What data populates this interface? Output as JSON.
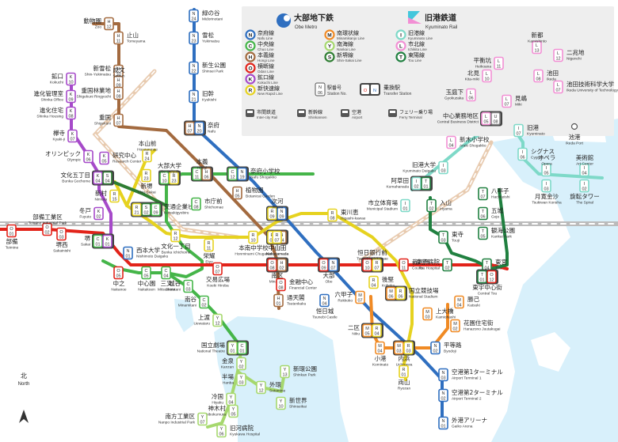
{
  "colors": {
    "N": "#2f6fc0",
    "C": "#45b549",
    "H": "#a36a3f",
    "O": "#e2231a",
    "K": "#a64ac9",
    "R": "#e6d21f",
    "M": "#f08a24",
    "Y": "#a6d86e",
    "S": "#2e7d32",
    "I": "#7ed9c8",
    "L": "#f28fd4",
    "T": "#208040",
    "intercity": "#bbbbbb",
    "water": "#d8f0fb",
    "legend_bg": "#eeeeee"
  },
  "legend": {
    "company_a_name_ja": "大部地下鉄",
    "company_a_name_en": "Obe Metro",
    "company_b_name_ja": "旧港鉄道",
    "company_b_name_en": "Kyuminato Rail",
    "lines": [
      {
        "code": "N",
        "name_ja": "奈府線",
        "name_en": "Nafu Line"
      },
      {
        "code": "C",
        "name_ja": "中央線",
        "name_en": "Chuo Line"
      },
      {
        "code": "H",
        "name_ja": "本義線",
        "name_en": "Hongi Line"
      },
      {
        "code": "O",
        "name_ja": "横断線",
        "name_en": "Odan Line"
      },
      {
        "code": "K",
        "name_ja": "鉱口線",
        "name_en": "Kokuchi Line"
      },
      {
        "code": "R",
        "name_ja": "新快速線",
        "name_en": "New Rapid Line"
      },
      {
        "code": "M",
        "name_ja": "南環状線",
        "name_en": "Minamikanjo Line"
      },
      {
        "code": "Y",
        "name_ja": "南海線",
        "name_en": "Nankai Line"
      },
      {
        "code": "S",
        "name_ja": "新堺線",
        "name_en": "Shin-Sakai Line"
      },
      {
        "code": "I",
        "name_ja": "旧港線",
        "name_en": "Kyuminato Line"
      },
      {
        "code": "L",
        "name_ja": "市北線",
        "name_en": "Ichikita Line"
      },
      {
        "code": "T",
        "name_ja": "東陽線",
        "name_en": "Tou Line"
      }
    ],
    "station_no_ja": "駅番号",
    "station_no_en": "Station No.",
    "transfer_ja": "乗換駅",
    "transfer_en": "Transfer Station",
    "services": [
      {
        "icon": "intercity-icon",
        "name_ja": "市間鉄道",
        "name_en": "Inter-city Rail"
      },
      {
        "icon": "shinkansen-icon",
        "name_ja": "新幹線",
        "name_en": "Shinkansen"
      },
      {
        "icon": "airport-icon",
        "name_ja": "空港",
        "name_en": "Airport"
      },
      {
        "icon": "ferry-icon",
        "name_ja": "フェリー乗り場",
        "name_en": "Ferry Terminal"
      }
    ]
  },
  "north": {
    "ja": "北",
    "en": "North"
  },
  "stations": [
    {
      "ja": "動物園",
      "en": "Zoo",
      "codes": [
        [
          "H",
          "12"
        ]
      ]
    },
    {
      "ja": "止山",
      "en": "Tomeyama",
      "codes": [
        [
          "H",
          "11"
        ]
      ]
    },
    {
      "ja": "新雪松",
      "en": "Shin-Yukimatsu",
      "codes": [
        [
          "H",
          "10"
        ]
      ]
    },
    {
      "ja": "成文",
      "en": "Seibun",
      "codes": [
        [
          "H",
          "09"
        ]
      ]
    },
    {
      "ja": "重国林業地",
      "en": "Shigekuni Ringyochi",
      "codes": [
        [
          "H",
          "08"
        ]
      ]
    },
    {
      "ja": "重国",
      "en": "Shigekuni",
      "codes": [
        [
          "H",
          "07"
        ]
      ]
    },
    {
      "ja": "緑の谷",
      "en": "Midorinotani",
      "codes": [
        [
          "N",
          "24"
        ]
      ]
    },
    {
      "ja": "雪松",
      "en": "Yukimatsu",
      "codes": [
        [
          "N",
          "23"
        ]
      ]
    },
    {
      "ja": "新生公園",
      "en": "Shinsei Park",
      "codes": [
        [
          "N",
          "22"
        ]
      ]
    },
    {
      "ja": "旧幹",
      "en": "Kyukishi",
      "codes": [
        [
          "N",
          "21"
        ]
      ]
    },
    {
      "ja": "奈府",
      "en": "Nafu",
      "codes": [
        [
          "H",
          "07"
        ],
        [
          "N",
          "20"
        ]
      ]
    },
    {
      "ja": "鉱口",
      "en": "Kokuchi",
      "codes": [
        [
          "K",
          "10"
        ]
      ]
    },
    {
      "ja": "進化管理室",
      "en": "Shinka Office",
      "codes": [
        [
          "K",
          "09"
        ]
      ]
    },
    {
      "ja": "進化住宅",
      "en": "Shinka Housing",
      "codes": [
        [
          "K",
          "08"
        ]
      ]
    },
    {
      "ja": "欅寺",
      "en": "Kyaki-ji",
      "codes": [
        [
          "K",
          "07"
        ]
      ]
    },
    {
      "ja": "オリンピック",
      "en": "Olympic",
      "codes": [
        [
          "K",
          "06"
        ]
      ]
    },
    {
      "ja": "研究中心",
      "en": "Research Center",
      "codes": [
        [
          "K",
          "05"
        ]
      ]
    },
    {
      "ja": "文化五丁目",
      "en": "Bunka Gochome",
      "codes": [
        [
          "K",
          "04"
        ],
        [
          "S",
          "04"
        ]
      ]
    },
    {
      "ja": "新堺",
      "en": "Shin-Sakai",
      "codes": [
        [
          "R",
          "23"
        ]
      ]
    },
    {
      "ja": "本山前",
      "en": "Honzanmae",
      "codes": [
        [
          "R",
          "24"
        ]
      ]
    },
    {
      "ja": "大部大学",
      "en": "Obe Daigaku",
      "codes": [
        [
          "C",
          "10"
        ],
        [
          "R",
          "23"
        ]
      ]
    },
    {
      "ja": "本義",
      "en": "Hongi",
      "codes": [
        [
          "C",
          "11"
        ],
        [
          "H",
          "06"
        ]
      ]
    },
    {
      "ja": "奈府小学校",
      "en": "Nafu Shogakko",
      "codes": [
        [
          "C",
          "12"
        ],
        [
          "N",
          "19"
        ]
      ]
    },
    {
      "ja": "植物園",
      "en": "Botanical Garden",
      "codes": [
        [
          "H",
          "05"
        ]
      ]
    },
    {
      "ja": "新村",
      "en": "Nimura",
      "codes": [
        [
          "R",
          "15"
        ]
      ]
    },
    {
      "ja": "交通企業ビル",
      "en": "Kotsukigyobiru",
      "codes": [
        [
          "R",
          "21"
        ],
        [
          "S",
          "02"
        ],
        [
          "C",
          "09"
        ]
      ]
    },
    {
      "ja": "市庁前",
      "en": "Shichomae",
      "codes": [
        [
          "C",
          "08"
        ]
      ]
    },
    {
      "ja": "冬戸",
      "en": "Fuyuto",
      "codes": [
        [
          "K",
          "02"
        ]
      ]
    },
    {
      "ja": "部備工業区",
      "en": "Teimine Industrial Park",
      "codes": [
        [
          "O",
          "02"
        ]
      ]
    },
    {
      "ja": "部備",
      "en": "Teimine",
      "codes": [
        [
          "O",
          "01"
        ]
      ]
    },
    {
      "ja": "堺西",
      "en": "Sakainishi",
      "codes": [
        [
          "O",
          "03"
        ]
      ]
    },
    {
      "ja": "堺",
      "en": "Sakai",
      "codes": [
        [
          "C",
          "01"
        ],
        [
          "K",
          "01"
        ]
      ]
    },
    {
      "ja": "西本大学",
      "en": "Nishimoto Daigaku",
      "codes": [
        [
          "N",
          "01"
        ]
      ]
    },
    {
      "ja": "文化一丁目",
      "en": "Bunka Ichichome",
      "codes": [
        [
          "R",
          "12"
        ]
      ]
    },
    {
      "ja": "栄耀",
      "en": "Eiyo",
      "codes": [
        [
          "R",
          "11"
        ]
      ]
    },
    {
      "ja": "本南中学校",
      "en": "Honminami Chugakko",
      "codes": [
        [
          "R",
          "10"
        ]
      ]
    },
    {
      "ja": "次河",
      "en": "Jikawa",
      "codes": [
        [
          "R",
          "09"
        ],
        [
          "N",
          "09"
        ]
      ]
    },
    {
      "ja": "東川恵",
      "en": "Higashi-kawae",
      "codes": [
        [
          "R",
          "08"
        ]
      ]
    },
    {
      "ja": "中山田",
      "en": "Nakayamada",
      "codes": [
        [
          "R",
          "07"
        ],
        [
          "H",
          "04"
        ]
      ]
    },
    {
      "ja": "中山田",
      "en": "Nakayamada",
      "codes": [
        [
          "R",
          "07"
        ]
      ]
    },
    {
      "ja": "中之",
      "en": "Nakanoe",
      "codes": [
        [
          "O",
          "05"
        ]
      ]
    },
    {
      "ja": "中心園",
      "en": "Nakakoen",
      "codes": [
        [
          "C",
          "05"
        ]
      ]
    },
    {
      "ja": "三叉",
      "en": "Mitsumata",
      "codes": [
        [
          "C",
          "04"
        ]
      ]
    },
    {
      "ja": "交易広場",
      "en": "Koeki Hiroba",
      "codes": [
        [
          "O",
          "07"
        ]
      ]
    },
    {
      "ja": "南区",
      "en": "Minamiku",
      "codes": [
        [
          "O",
          "08"
        ],
        [
          "H",
          "02"
        ]
      ]
    },
    {
      "ja": "大部",
      "en": "Obe",
      "codes": [
        [
          "O",
          "09"
        ],
        [
          "N",
          "07"
        ]
      ]
    },
    {
      "ja": "恒日銀行前",
      "en": "Tsunebi Ginkomae",
      "codes": [
        [
          "O",
          "10"
        ],
        [
          "R",
          "07"
        ]
      ]
    },
    {
      "ja": "裁判所",
      "en": "Courts",
      "codes": [
        [
          "O",
          "11"
        ]
      ]
    },
    {
      "ja": "金融中心",
      "en": "Financial Center",
      "codes": [
        [
          "O",
          "08"
        ]
      ]
    },
    {
      "ja": "通天閣",
      "en": "Tsutenkaku",
      "codes": [
        [
          "H",
          "01"
        ]
      ]
    },
    {
      "ja": "後堅",
      "en": "Kohoku",
      "codes": [
        [
          "R",
          "04"
        ]
      ]
    },
    {
      "ja": "六甲子",
      "en": "Rokkoko",
      "codes": [
        [
          "M",
          "07"
        ]
      ]
    },
    {
      "ja": "国立競技場",
      "en": "National Stadium",
      "codes": [
        [
          "M",
          "06"
        ],
        [
          "R",
          "06"
        ]
      ]
    },
    {
      "ja": "恒日城",
      "en": "Tsunebi Castle",
      "codes": [
        [
          "N",
          "04"
        ]
      ]
    },
    {
      "ja": "城谷",
      "en": "Shirotani",
      "codes": [
        [
          "C",
          "03"
        ]
      ]
    },
    {
      "ja": "南谷",
      "en": "Minamitani",
      "codes": [
        [
          "C",
          "02"
        ]
      ]
    },
    {
      "ja": "上渡",
      "en": "Uewataru",
      "codes": [
        [
          "Y",
          "12"
        ]
      ]
    },
    {
      "ja": "国立劇場",
      "en": "National Theatre",
      "codes": [
        [
          "Y",
          "01"
        ],
        [
          "C",
          "01"
        ]
      ]
    },
    {
      "ja": "上大橋",
      "en": "Kamiohashi",
      "codes": [
        [
          "M",
          "03"
        ]
      ]
    },
    {
      "ja": "勝己",
      "en": "Katsuki",
      "codes": [
        [
          "M",
          "04"
        ]
      ]
    },
    {
      "ja": "花園住宅街",
      "en": "Hanazono Juutakugai",
      "codes": [
        [
          "M",
          "02"
        ]
      ]
    },
    {
      "ja": "二区",
      "en": "Niku",
      "codes": [
        [
          "M",
          "05"
        ],
        [
          "R",
          "04"
        ]
      ]
    },
    {
      "ja": "小港",
      "en": "Kominato",
      "codes": [
        [
          "M",
          "04"
        ]
      ]
    },
    {
      "ja": "内浜",
      "en": "Uchisawa",
      "codes": [
        [
          "M",
          "03"
        ],
        [
          "R",
          "03"
        ]
      ]
    },
    {
      "ja": "平等路",
      "en": "Byodoji",
      "codes": [
        [
          "N",
          "02"
        ]
      ]
    },
    {
      "ja": "両山",
      "en": "Ryozan",
      "codes": [
        [
          "R",
          "01"
        ]
      ]
    },
    {
      "ja": "空港第1ターミナル",
      "en": "Airport Terminal 1",
      "codes": [
        [
          "N",
          "03"
        ]
      ]
    },
    {
      "ja": "空港第2ターミナル",
      "en": "Airport Terminal 2",
      "codes": [
        [
          "N",
          "02"
        ]
      ]
    },
    {
      "ja": "外港アリーナ",
      "en": "Gaiko Arena",
      "codes": [
        [
          "N",
          "01"
        ]
      ]
    },
    {
      "ja": "金泉",
      "en": "Kanzan",
      "codes": [
        [
          "Y",
          "02"
        ]
      ]
    },
    {
      "ja": "半場",
      "en": "Hanba",
      "codes": [
        [
          "Y",
          "03"
        ]
      ]
    },
    {
      "ja": "外環",
      "en": "Sotomine",
      "codes": [
        [
          "Y",
          "12"
        ]
      ]
    },
    {
      "ja": "新環公園",
      "en": "Shinkan Park",
      "codes": [
        [
          "Y",
          "13"
        ]
      ]
    },
    {
      "ja": "冷国",
      "en": "Hiyaku",
      "codes": [
        [
          "Y",
          "04"
        ]
      ]
    },
    {
      "ja": "神木村",
      "en": "Shibokumura",
      "codes": [
        [
          "Y",
          "05"
        ]
      ]
    },
    {
      "ja": "新世界",
      "en": "Shinseikai",
      "codes": [
        [
          "Y",
          "10"
        ]
      ]
    },
    {
      "ja": "南方工業区",
      "en": "Nanpo Industrial Park",
      "codes": [
        [
          "Y",
          "07"
        ]
      ]
    },
    {
      "ja": "旧河病院",
      "en": "Kyukawa Hospital",
      "codes": [
        [
          "Y",
          "06"
        ]
      ]
    },
    {
      "ja": "新都",
      "en": "Kamishinto",
      "codes": [
        [
          "L",
          "13"
        ]
      ]
    },
    {
      "ja": "二兆地",
      "en": "Nigenchi",
      "codes": [
        [
          "L",
          "12"
        ]
      ]
    },
    {
      "ja": "平衡坑",
      "en": "Heikoana",
      "codes": [
        [
          "L",
          "11"
        ]
      ]
    },
    {
      "ja": "北見",
      "en": "Kita-miki",
      "codes": [
        [
          "L",
          "10"
        ]
      ]
    },
    {
      "ja": "池田",
      "en": "Ikeda",
      "codes": [
        [
          "L",
          "08"
        ]
      ]
    },
    {
      "ja": "池田技術科学大学",
      "en": "Ikeda University of Technology",
      "codes": [
        [
          "L",
          "07"
        ]
      ]
    },
    {
      "ja": "玉庭下",
      "en": "Gyokuzaka",
      "codes": [
        [
          "L",
          "06"
        ]
      ]
    },
    {
      "ja": "見嶋",
      "en": "Miki",
      "codes": [
        [
          "L",
          "07"
        ]
      ]
    },
    {
      "ja": "中心業務地区",
      "en": "Central Business District",
      "codes": [
        [
          "L",
          "05"
        ],
        [
          "U",
          "08"
        ]
      ]
    },
    {
      "ja": "新木小学校",
      "en": "Araki Shogakko",
      "codes": [
        [
          "L",
          "04"
        ]
      ]
    },
    {
      "ja": "旧港",
      "en": "Kyuminato",
      "codes": [
        [
          "I",
          "07"
        ]
      ]
    },
    {
      "ja": "池港",
      "en": "Ikeda Port",
      "codes": []
    },
    {
      "ja": "シグナス",
      "en": "Cygnus",
      "codes": [
        [
          "I",
          "06"
        ]
      ]
    },
    {
      "ja": "オペラ",
      "en": "Opera",
      "codes": [
        [
          "I",
          "05"
        ]
      ]
    },
    {
      "ja": "美術館",
      "en": "Art Center",
      "codes": [
        [
          "I",
          "04"
        ]
      ]
    },
    {
      "ja": "月寛金沙",
      "en": "Tsukiwan Konsha",
      "codes": [
        [
          "I",
          "03"
        ]
      ]
    },
    {
      "ja": "旋転タワー",
      "en": "The Spiral",
      "codes": [
        [
          "I",
          "02"
        ]
      ]
    },
    {
      "ja": "旧港大学",
      "en": "Kyuminato Daigaku",
      "codes": [
        [
          "I",
          "03"
        ]
      ]
    },
    {
      "ja": "阿草田",
      "en": "Kumahanada",
      "codes": [
        [
          "I",
          "02"
        ],
        [
          "T",
          "01"
        ]
      ]
    },
    {
      "ja": "市立体育場",
      "en": "Municipal Stadium",
      "codes": [
        [
          "I",
          "01"
        ]
      ]
    },
    {
      "ja": "入山",
      "en": "Iriyama",
      "codes": [
        [
          "T",
          "02"
        ]
      ]
    },
    {
      "ja": "八亭子",
      "en": "Hachiteishi",
      "codes": [
        [
          "T",
          "07"
        ]
      ]
    },
    {
      "ja": "五城",
      "en": "Gojo",
      "codes": [
        [
          "T",
          "06"
        ]
      ]
    },
    {
      "ja": "観海公園",
      "en": "Kankai Park",
      "codes": [
        [
          "T",
          "05"
        ]
      ]
    },
    {
      "ja": "東寺",
      "en": "Touji",
      "codes": [
        [
          "T",
          "03"
        ]
      ]
    },
    {
      "ja": "東京病院",
      "en": "Tou Hospital",
      "codes": [
        [
          "T",
          "02"
        ]
      ]
    },
    {
      "ja": "東宮",
      "en": "Tou",
      "codes": [
        [
          "T",
          "04"
        ]
      ]
    },
    {
      "ja": "東宇中心街",
      "en": "Central Tou",
      "codes": [
        [
          "T",
          "01"
        ],
        [
          "O",
          "12"
        ]
      ]
    }
  ]
}
